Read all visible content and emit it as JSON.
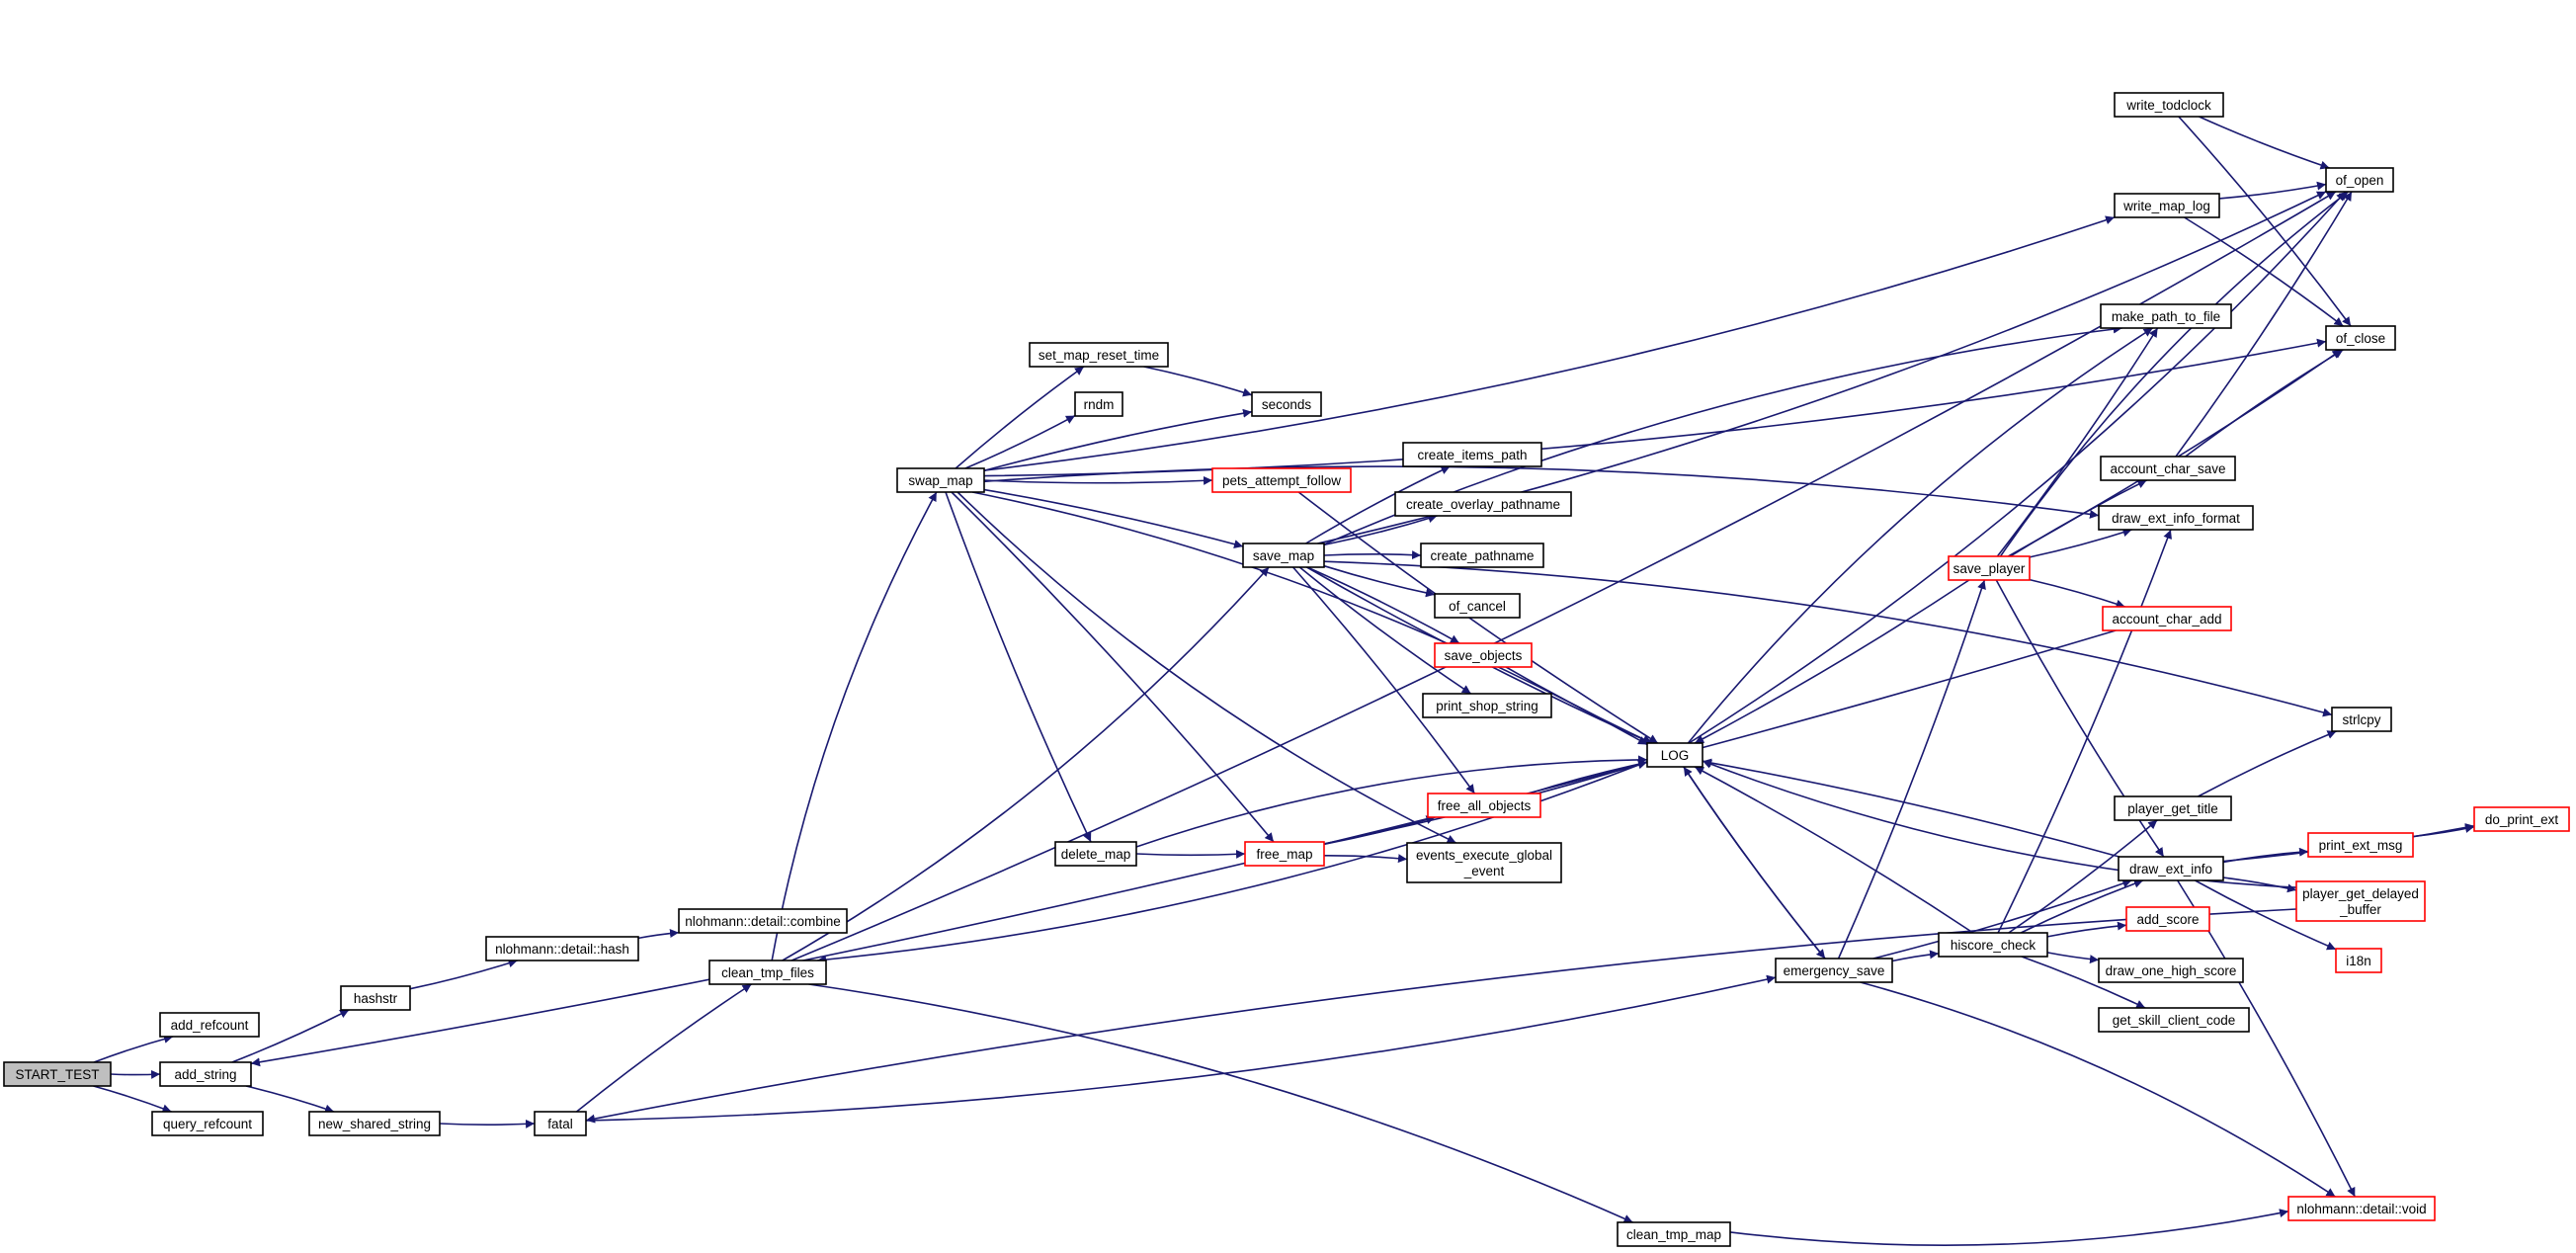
{
  "diagram": {
    "nodes": [
      {
        "id": "start_test",
        "lines": [
          "START_TEST"
        ],
        "style": "root"
      },
      {
        "id": "add_refcount",
        "lines": [
          "add_refcount"
        ]
      },
      {
        "id": "add_string",
        "lines": [
          "add_string"
        ]
      },
      {
        "id": "query_refcount",
        "lines": [
          "query_refcount"
        ]
      },
      {
        "id": "hashstr",
        "lines": [
          "hashstr"
        ]
      },
      {
        "id": "new_shared_string",
        "lines": [
          "new_shared_string"
        ]
      },
      {
        "id": "nl_hash",
        "lines": [
          "nlohmann::detail::hash"
        ]
      },
      {
        "id": "nl_combine",
        "lines": [
          "nlohmann::detail::combine"
        ]
      },
      {
        "id": "fatal",
        "lines": [
          "fatal"
        ]
      },
      {
        "id": "clean_tmp_files",
        "lines": [
          "clean_tmp_files"
        ]
      },
      {
        "id": "swap_map",
        "lines": [
          "swap_map"
        ]
      },
      {
        "id": "set_map_reset_time",
        "lines": [
          "set_map_reset_time"
        ]
      },
      {
        "id": "rndm",
        "lines": [
          "rndm"
        ]
      },
      {
        "id": "seconds",
        "lines": [
          "seconds"
        ]
      },
      {
        "id": "pets_attempt_follow",
        "lines": [
          "pets_attempt_follow"
        ],
        "style": "red"
      },
      {
        "id": "save_map",
        "lines": [
          "save_map"
        ]
      },
      {
        "id": "create_items_path",
        "lines": [
          "create_items_path"
        ]
      },
      {
        "id": "create_overlay_pathname",
        "lines": [
          "create_overlay_pathname"
        ]
      },
      {
        "id": "create_pathname",
        "lines": [
          "create_pathname"
        ]
      },
      {
        "id": "of_cancel",
        "lines": [
          "of_cancel"
        ]
      },
      {
        "id": "save_objects",
        "lines": [
          "save_objects"
        ],
        "style": "red"
      },
      {
        "id": "print_shop_string",
        "lines": [
          "print_shop_string"
        ]
      },
      {
        "id": "free_all_objects",
        "lines": [
          "free_all_objects"
        ],
        "style": "red"
      },
      {
        "id": "delete_map",
        "lines": [
          "delete_map"
        ]
      },
      {
        "id": "free_map",
        "lines": [
          "free_map"
        ],
        "style": "red"
      },
      {
        "id": "events_execute_global_event",
        "lines": [
          "events_execute_global",
          "_event"
        ]
      },
      {
        "id": "log",
        "lines": [
          "LOG"
        ]
      },
      {
        "id": "clean_tmp_map",
        "lines": [
          "clean_tmp_map"
        ]
      },
      {
        "id": "emergency_save",
        "lines": [
          "emergency_save"
        ]
      },
      {
        "id": "hiscore_check",
        "lines": [
          "hiscore_check"
        ]
      },
      {
        "id": "save_player",
        "lines": [
          "save_player"
        ],
        "style": "red"
      },
      {
        "id": "write_todclock",
        "lines": [
          "write_todclock"
        ]
      },
      {
        "id": "write_map_log",
        "lines": [
          "write_map_log"
        ]
      },
      {
        "id": "make_path_to_file",
        "lines": [
          "make_path_to_file"
        ]
      },
      {
        "id": "account_char_save",
        "lines": [
          "account_char_save"
        ]
      },
      {
        "id": "draw_ext_info_format",
        "lines": [
          "draw_ext_info_format"
        ]
      },
      {
        "id": "account_char_add",
        "lines": [
          "account_char_add"
        ],
        "style": "red"
      },
      {
        "id": "player_get_title",
        "lines": [
          "player_get_title"
        ]
      },
      {
        "id": "draw_ext_info",
        "lines": [
          "draw_ext_info"
        ]
      },
      {
        "id": "add_score",
        "lines": [
          "add_score"
        ],
        "style": "red"
      },
      {
        "id": "draw_one_high_score",
        "lines": [
          "draw_one_high_score"
        ]
      },
      {
        "id": "get_skill_client_code",
        "lines": [
          "get_skill_client_code"
        ]
      },
      {
        "id": "of_open",
        "lines": [
          "of_open"
        ]
      },
      {
        "id": "of_close",
        "lines": [
          "of_close"
        ]
      },
      {
        "id": "strlcpy",
        "lines": [
          "strlcpy"
        ]
      },
      {
        "id": "print_ext_msg",
        "lines": [
          "print_ext_msg"
        ],
        "style": "red"
      },
      {
        "id": "do_print_ext",
        "lines": [
          "do_print_ext"
        ],
        "style": "red"
      },
      {
        "id": "player_get_delayed_buffer",
        "lines": [
          "player_get_delayed",
          "_buffer"
        ],
        "style": "red"
      },
      {
        "id": "i18n",
        "lines": [
          "i18n"
        ],
        "style": "red"
      },
      {
        "id": "nl_void",
        "lines": [
          "nlohmann::detail::void"
        ],
        "style": "red"
      }
    ],
    "edges": [
      [
        "start_test",
        "add_refcount"
      ],
      [
        "start_test",
        "add_string"
      ],
      [
        "start_test",
        "query_refcount"
      ],
      [
        "add_string",
        "hashstr"
      ],
      [
        "add_string",
        "new_shared_string"
      ],
      [
        "hashstr",
        "nl_hash"
      ],
      [
        "nl_hash",
        "nl_combine"
      ],
      [
        "new_shared_string",
        "fatal"
      ],
      [
        "fatal",
        "clean_tmp_files"
      ],
      [
        "fatal",
        "emergency_save"
      ],
      [
        "clean_tmp_files",
        "swap_map"
      ],
      [
        "clean_tmp_files",
        "save_map"
      ],
      [
        "clean_tmp_files",
        "clean_tmp_map"
      ],
      [
        "clean_tmp_files",
        "of_open"
      ],
      [
        "swap_map",
        "set_map_reset_time"
      ],
      [
        "swap_map",
        "rndm"
      ],
      [
        "swap_map",
        "seconds"
      ],
      [
        "swap_map",
        "pets_attempt_follow"
      ],
      [
        "swap_map",
        "save_map"
      ],
      [
        "swap_map",
        "delete_map"
      ],
      [
        "swap_map",
        "free_map"
      ],
      [
        "swap_map",
        "events_execute_global_event"
      ],
      [
        "swap_map",
        "log"
      ],
      [
        "swap_map",
        "write_map_log"
      ],
      [
        "swap_map",
        "draw_ext_info_format"
      ],
      [
        "swap_map",
        "of_close"
      ],
      [
        "set_map_reset_time",
        "seconds"
      ],
      [
        "pets_attempt_follow",
        "log"
      ],
      [
        "save_map",
        "create_items_path"
      ],
      [
        "save_map",
        "create_overlay_pathname"
      ],
      [
        "save_map",
        "create_pathname"
      ],
      [
        "save_map",
        "of_cancel"
      ],
      [
        "save_map",
        "save_objects"
      ],
      [
        "save_map",
        "print_shop_string"
      ],
      [
        "save_map",
        "free_all_objects"
      ],
      [
        "save_map",
        "log"
      ],
      [
        "save_map",
        "make_path_to_file"
      ],
      [
        "save_map",
        "of_open"
      ],
      [
        "save_map",
        "strlcpy"
      ],
      [
        "save_objects",
        "log"
      ],
      [
        "free_all_objects",
        "log"
      ],
      [
        "delete_map",
        "free_map"
      ],
      [
        "delete_map",
        "log"
      ],
      [
        "free_map",
        "free_all_objects"
      ],
      [
        "free_map",
        "events_execute_global_event"
      ],
      [
        "free_map",
        "log"
      ],
      [
        "log",
        "clean_tmp_files"
      ],
      [
        "log",
        "emergency_save"
      ],
      [
        "log",
        "make_path_to_file"
      ],
      [
        "log",
        "of_open"
      ],
      [
        "emergency_save",
        "log"
      ],
      [
        "emergency_save",
        "save_player"
      ],
      [
        "emergency_save",
        "hiscore_check"
      ],
      [
        "emergency_save",
        "draw_ext_info"
      ],
      [
        "emergency_save",
        "nl_void"
      ],
      [
        "hiscore_check",
        "log"
      ],
      [
        "hiscore_check",
        "draw_ext_info"
      ],
      [
        "hiscore_check",
        "player_get_title"
      ],
      [
        "hiscore_check",
        "add_score"
      ],
      [
        "hiscore_check",
        "draw_one_high_score"
      ],
      [
        "hiscore_check",
        "get_skill_client_code"
      ],
      [
        "hiscore_check",
        "draw_ext_info_format"
      ],
      [
        "save_player",
        "log"
      ],
      [
        "save_player",
        "make_path_to_file"
      ],
      [
        "save_player",
        "of_open"
      ],
      [
        "save_player",
        "of_close"
      ],
      [
        "save_player",
        "account_char_save"
      ],
      [
        "save_player",
        "draw_ext_info_format"
      ],
      [
        "save_player",
        "account_char_add"
      ],
      [
        "save_player",
        "draw_ext_info"
      ],
      [
        "account_char_add",
        "add_string"
      ],
      [
        "account_char_save",
        "of_open"
      ],
      [
        "account_char_save",
        "of_close"
      ],
      [
        "draw_ext_info",
        "log"
      ],
      [
        "draw_ext_info",
        "print_ext_msg"
      ],
      [
        "draw_ext_info",
        "do_print_ext"
      ],
      [
        "draw_ext_info",
        "player_get_delayed_buffer"
      ],
      [
        "draw_ext_info",
        "i18n"
      ],
      [
        "draw_ext_info",
        "nl_void"
      ],
      [
        "print_ext_msg",
        "do_print_ext"
      ],
      [
        "player_get_title",
        "strlcpy"
      ],
      [
        "player_get_delayed_buffer",
        "fatal"
      ],
      [
        "player_get_delayed_buffer",
        "log"
      ],
      [
        "write_todclock",
        "of_open"
      ],
      [
        "write_todclock",
        "of_close"
      ],
      [
        "write_map_log",
        "of_open"
      ],
      [
        "write_map_log",
        "of_close"
      ],
      [
        "clean_tmp_map",
        "nl_void"
      ]
    ]
  }
}
